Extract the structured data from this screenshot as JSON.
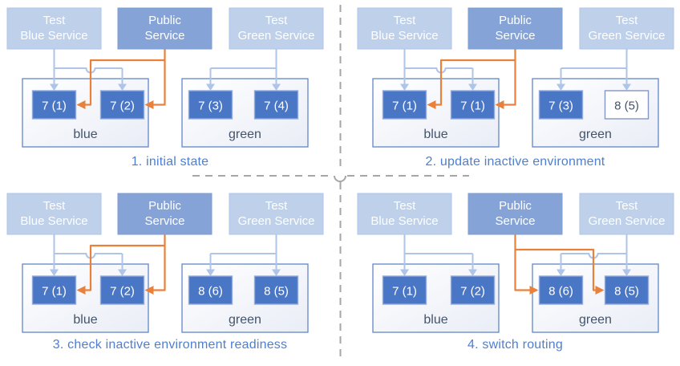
{
  "diagram": "blue-green deployment steps",
  "colors": {
    "service_light_fill": "#bed0ea",
    "service_light_border": "#aec6e8",
    "public_fill": "#85a3d6",
    "public_border": "#7d9cd2",
    "service_text": "#ffffff",
    "pod_fill": "#4a76c6",
    "pod_border": "#92abdc",
    "pod_text": "#ffffff",
    "outlined_pod_fill": "#ffffff",
    "outlined_pod_border": "#8496c4",
    "outlined_pod_text": "#44546a",
    "env_border": "#6286c8",
    "env_fill_from": "#ffffff",
    "env_fill_to": "#e9edf6",
    "env_label_text": "#44546a",
    "connector_light": "#aec5e8",
    "connector_orange": "#e9813b",
    "caption_text": "#4e7fd0",
    "divider_gray": "#a6a6a6"
  },
  "services": {
    "blue": [
      "Test",
      "Blue Service"
    ],
    "public": [
      "Public",
      "Service"
    ],
    "green": [
      "Test",
      "Green Service"
    ]
  },
  "environments": {
    "blue_label": "blue",
    "green_label": "green"
  },
  "quadrants": [
    {
      "caption": "1. initial state",
      "public_routes_to": "blue",
      "blue_pods": [
        {
          "label": "7 (1)",
          "style": "filled"
        },
        {
          "label": "7 (2)",
          "style": "filled"
        }
      ],
      "green_pods": [
        {
          "label": "7 (3)",
          "style": "filled"
        },
        {
          "label": "7 (4)",
          "style": "filled"
        }
      ]
    },
    {
      "caption": "2. update inactive environment",
      "public_routes_to": "blue",
      "blue_pods": [
        {
          "label": "7 (1)",
          "style": "filled"
        },
        {
          "label": "7 (1)",
          "style": "filled"
        }
      ],
      "green_pods": [
        {
          "label": "7 (3)",
          "style": "filled"
        },
        {
          "label": "8 (5)",
          "style": "outlined"
        }
      ]
    },
    {
      "caption": "3. check inactive environment readiness",
      "public_routes_to": "blue",
      "blue_pods": [
        {
          "label": "7 (1)",
          "style": "filled"
        },
        {
          "label": "7 (2)",
          "style": "filled"
        }
      ],
      "green_pods": [
        {
          "label": "8 (6)",
          "style": "filled"
        },
        {
          "label": "8 (5)",
          "style": "filled"
        }
      ]
    },
    {
      "caption": "4. switch routing",
      "public_routes_to": "green",
      "blue_pods": [
        {
          "label": "7 (1)",
          "style": "filled"
        },
        {
          "label": "7 (2)",
          "style": "filled"
        }
      ],
      "green_pods": [
        {
          "label": "8 (6)",
          "style": "filled"
        },
        {
          "label": "8 (5)",
          "style": "filled"
        }
      ]
    }
  ]
}
